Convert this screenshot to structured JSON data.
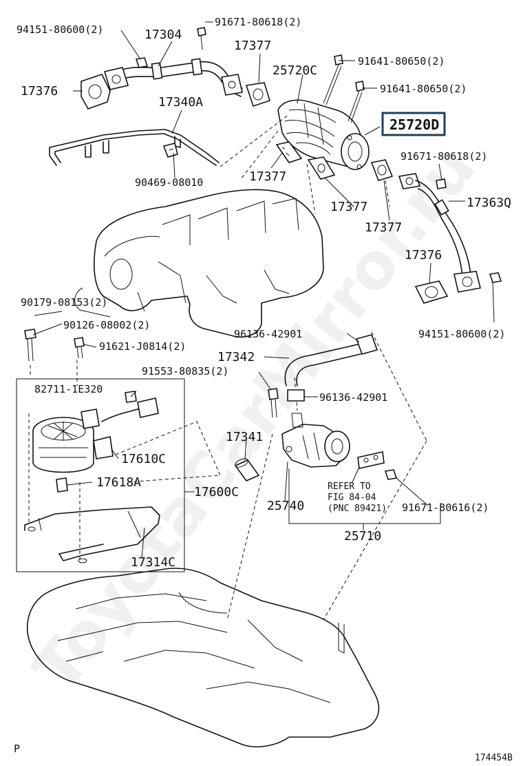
{
  "watermark": "ToyotaCarMirror.ru",
  "corner_left": "P",
  "figure_number": "174454B",
  "highlighted": "25720D",
  "labels": {
    "l_94151_top": "94151-80600(2)",
    "l_17304": "17304",
    "l_91671_top": "91671-80618(2)",
    "l_17377_a": "17377",
    "l_25720c": "25720C",
    "l_91641_a": "91641-80650(2)",
    "l_91641_b": "91641-80650(2)",
    "l_17376_a": "17376",
    "l_17340a": "17340A",
    "l_91671_mid": "91671-80618(2)",
    "l_17363q": "17363Q",
    "l_17377_b": "17377",
    "l_90469": "90469-08010",
    "l_17377_c": "17377",
    "l_17377_d": "17377",
    "l_17376_b": "17376",
    "l_90179": "90179-08153(2)",
    "l_90126": "90126-08002(2)",
    "l_96136_a": "96136-42901",
    "l_94151_right": "94151-80600(2)",
    "l_91621": "91621-J0814(2)",
    "l_17342": "17342",
    "l_91553": "91553-80835(2)",
    "l_82711": "82711-1E320",
    "l_96136_b": "96136-42901",
    "l_17341": "17341",
    "l_17610c": "17610C",
    "l_17618a": "17618A",
    "l_17600c": "17600C",
    "l_refer1": "REFER TO",
    "l_refer2": "FIG 84-04",
    "l_refer3": "(PNC 89421)",
    "l_91671_bot": "91671-80616(2)",
    "l_25740": "25740",
    "l_25710": "25710",
    "l_17314c": "17314C"
  }
}
